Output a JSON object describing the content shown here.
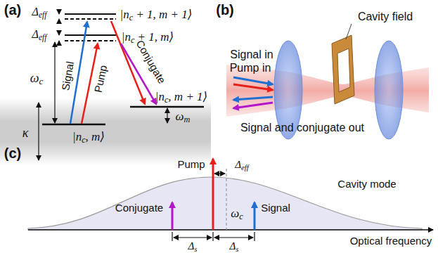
{
  "diagram": {
    "labels": [
      "(a)",
      "Δeff",
      "|nc + 1, m + 1⟩",
      "Δeff",
      "|nc + 1, m⟩",
      "ωc",
      "Signal",
      "Pump",
      "Conjugate",
      "κ",
      "|nc, m⟩",
      "|nc, m + 1⟩",
      "ωm",
      "(b)",
      "Cavity field",
      "Signal in",
      "Pump in",
      "Signal and conjugate out",
      "(c)",
      "Pump",
      "Δeff",
      "Cavity mode",
      "Conjugate",
      "ωc",
      "Signal",
      "Δs",
      "Δs",
      "Optical frequency"
    ]
  }
}
